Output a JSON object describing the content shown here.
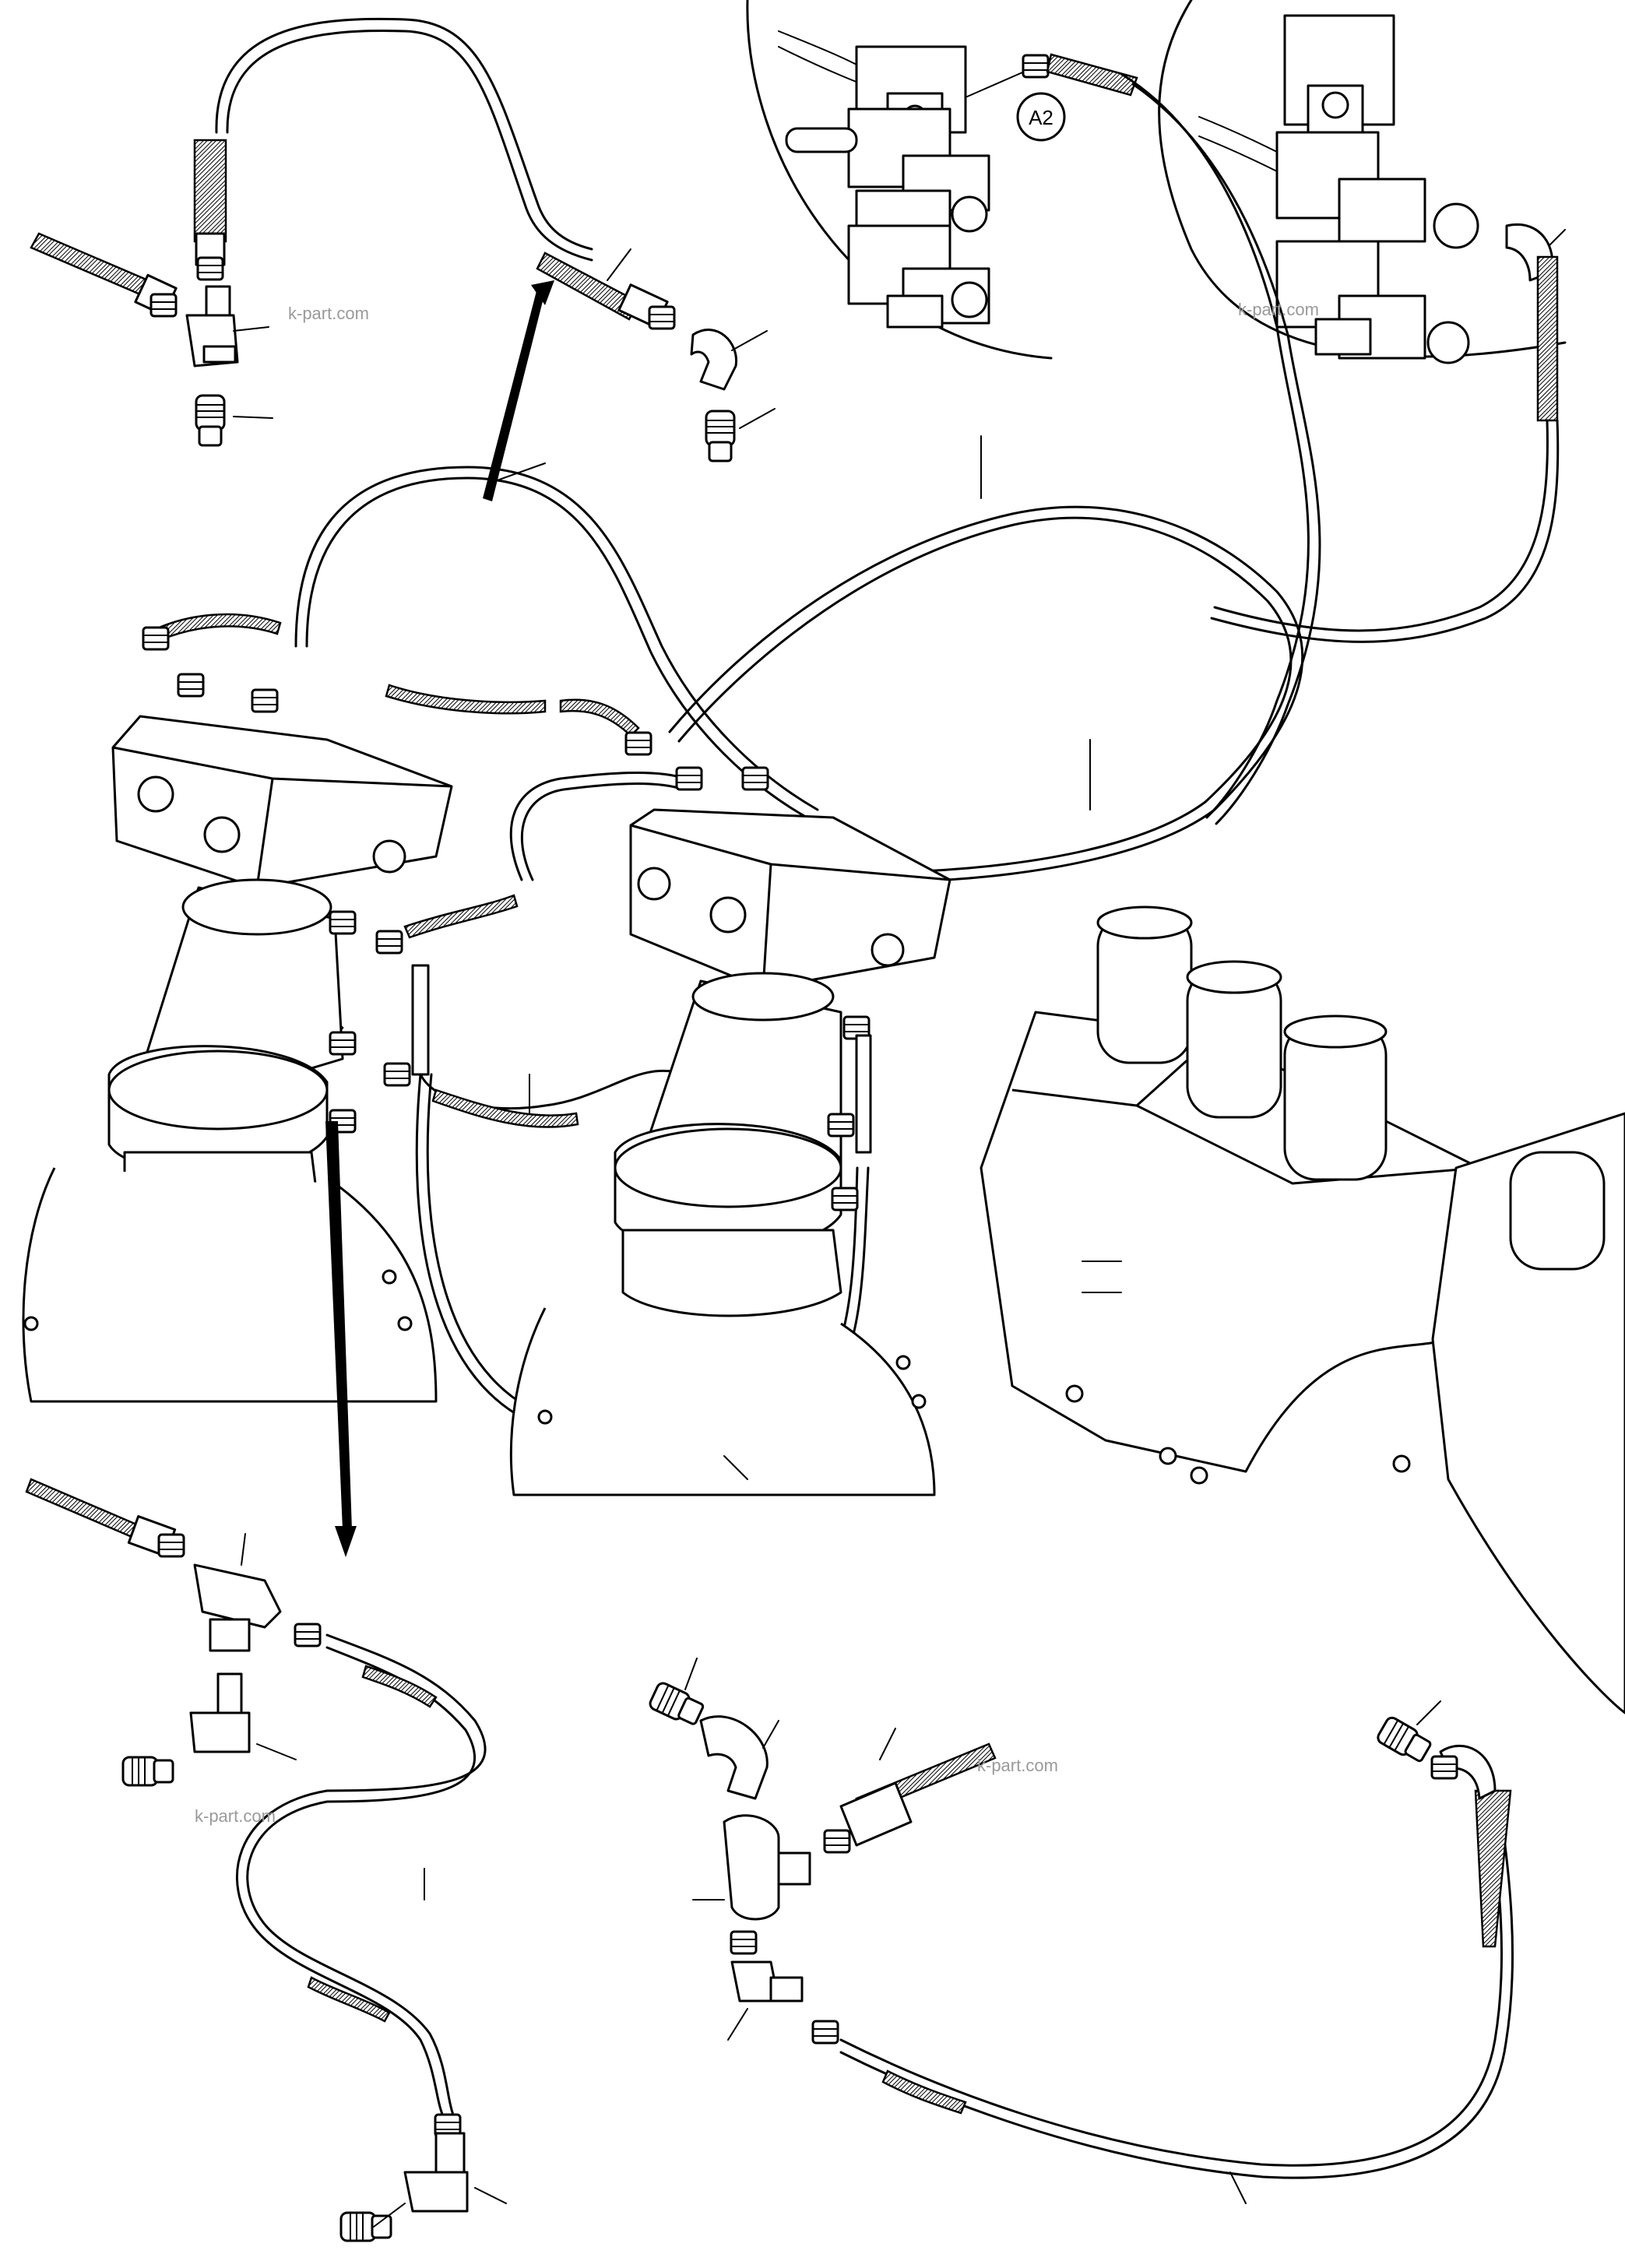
{
  "diagram": {
    "callout_label": "A2",
    "watermarks": [
      "k-part.com",
      "k-part.com",
      "k-part.com",
      "k-part.com"
    ]
  },
  "colors": {
    "line": "#000000",
    "background": "#ffffff",
    "watermark": "#9a9a9a"
  },
  "icons": [
    "hydraulic-hose",
    "straight-adapter",
    "elbow-fitting",
    "tee-fitting",
    "solenoid-valve-block",
    "swivel-joint",
    "control-valve-block"
  ]
}
